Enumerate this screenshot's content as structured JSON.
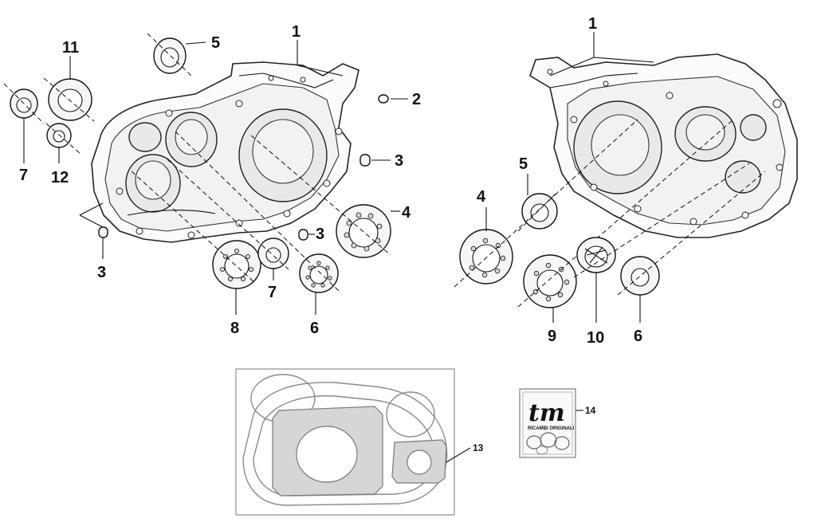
{
  "callouts": {
    "left_1": "1",
    "left_5": "5",
    "left_11": "11",
    "left_2": "2",
    "left_7a": "7",
    "left_12": "12",
    "left_3a": "3",
    "left_4": "4",
    "left_3b": "3",
    "left_3c": "3",
    "left_7b": "7",
    "left_8": "8",
    "left_6": "6",
    "right_1": "1",
    "right_5": "5",
    "right_4": "4",
    "right_9": "9",
    "right_10": "10",
    "right_6": "6",
    "gasket_13": "13",
    "kit_14": "14"
  },
  "kit": {
    "logo": "tm",
    "caption": "RICAMBI ORIGINALI"
  },
  "colors": {
    "line": "#111111",
    "gasket_gray": "#8a8a8a",
    "panel_border": "#777777"
  }
}
